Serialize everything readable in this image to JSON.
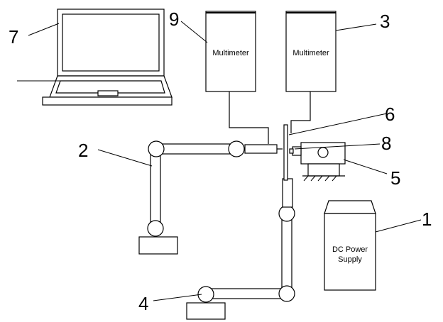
{
  "labels": {
    "multimeter_left": "Multimeter",
    "multimeter_right": "Multimeter",
    "power_supply_line1": "DC Power",
    "power_supply_line2": "Supply"
  },
  "numbers": {
    "n1": "1",
    "n2": "2",
    "n3": "3",
    "n4": "4",
    "n5": "5",
    "n6": "6",
    "n7": "7",
    "n8": "8",
    "n9": "9"
  }
}
